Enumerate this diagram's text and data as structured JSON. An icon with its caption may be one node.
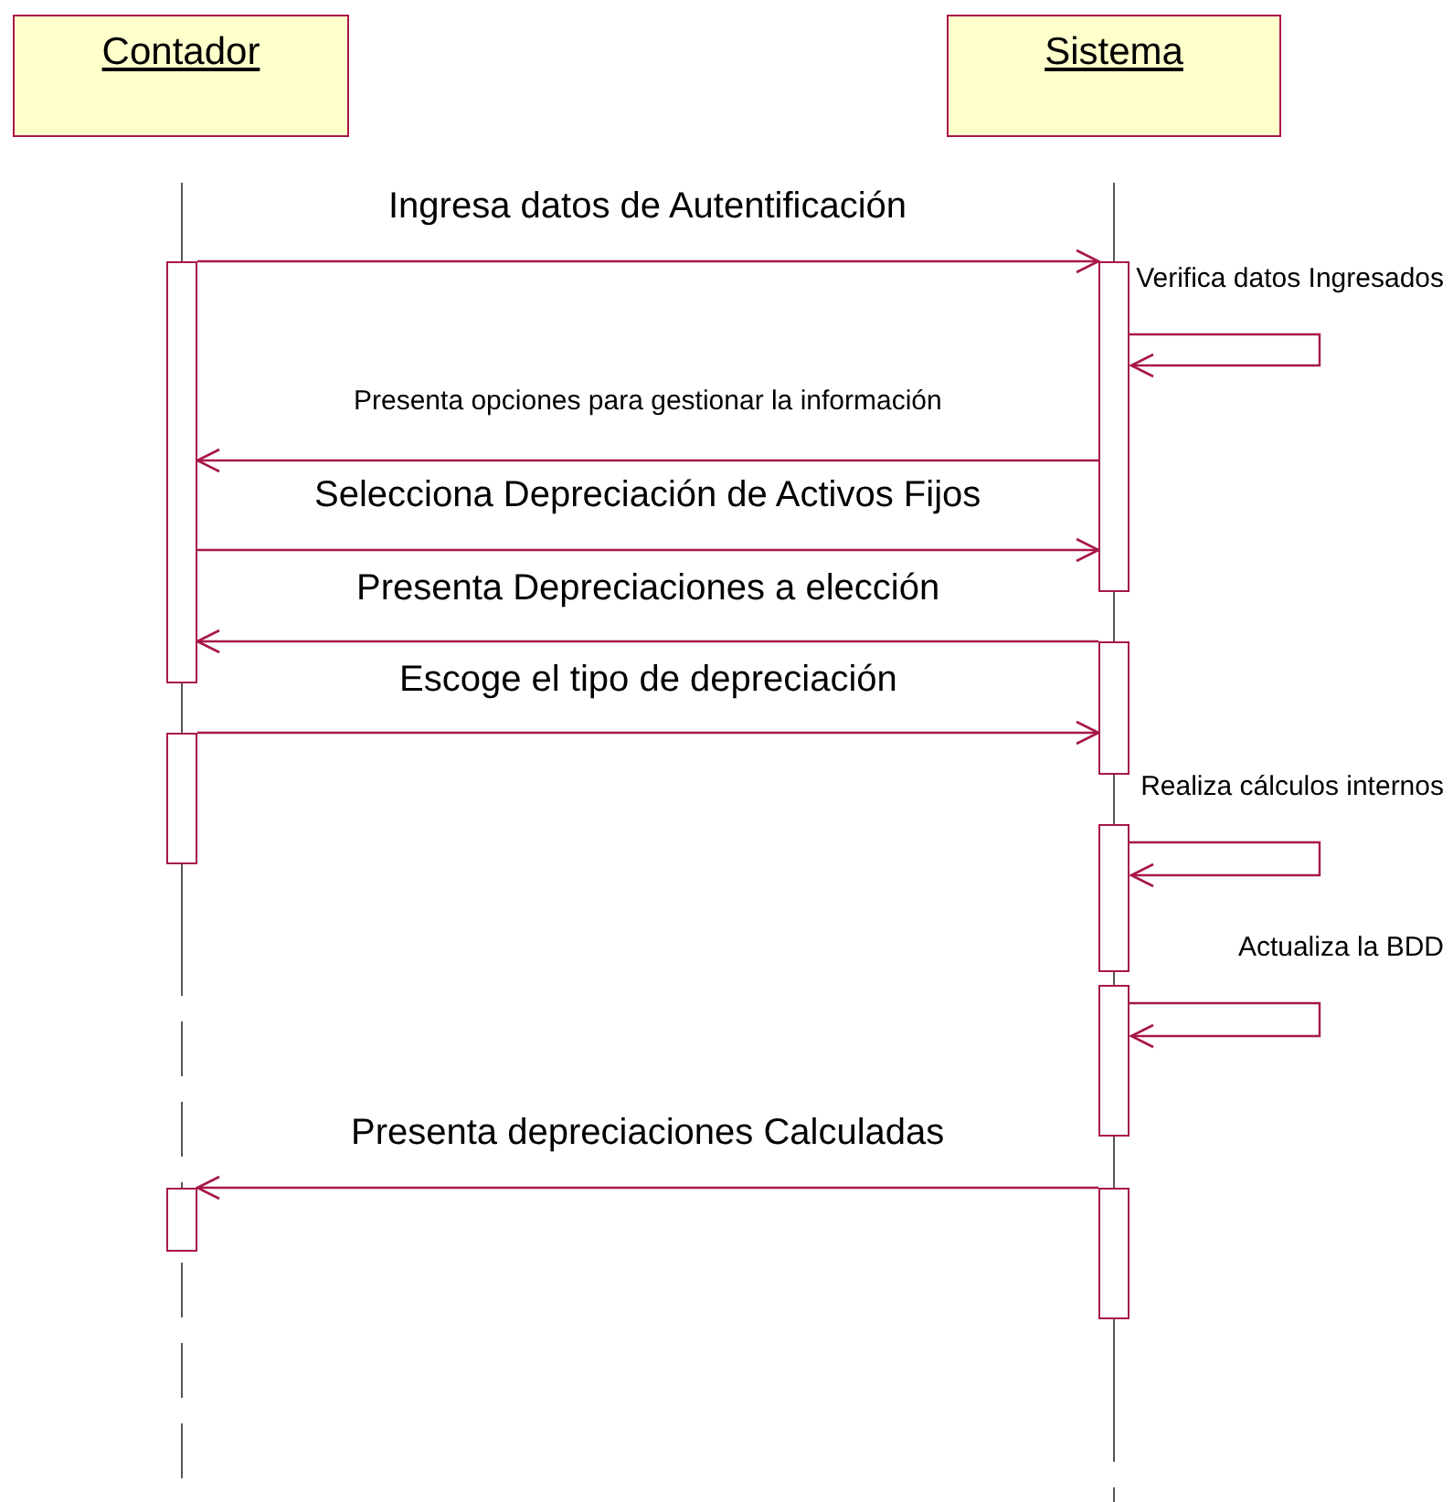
{
  "diagram": {
    "nodes": [
      {
        "text": [
          "Contador"
        ]
      },
      {
        "text": [
          "Sistema"
        ]
      },
      {
        "text": [],
        "shape": "bar"
      },
      {
        "text": [],
        "shape": "bar"
      },
      {
        "text": [],
        "shape": "bar"
      },
      {
        "text": [],
        "shape": "bar"
      },
      {
        "text": [],
        "shape": "bar"
      },
      {
        "text": [],
        "shape": "bar"
      },
      {
        "text": [],
        "shape": "bar"
      },
      {
        "text": [],
        "shape": "bar"
      }
    ],
    "edges": [
      {
        "from": 2,
        "to": 3,
        "arrow": "to",
        "label": "Ingresa datos de Autentificación"
      },
      {
        "from": 3,
        "to": 3,
        "arrow": "to",
        "label": "Verifica datos Ingresados"
      },
      {
        "from": 3,
        "to": 2,
        "arrow": "to",
        "label": "Presenta opciones para gestionar la información"
      },
      {
        "from": 2,
        "to": 3,
        "arrow": "to",
        "label": "Selecciona Depreciación de Activos Fijos"
      },
      {
        "from": 4,
        "to": 2,
        "arrow": "to",
        "label": "Presenta Depreciaciones a elección"
      },
      {
        "from": 5,
        "to": 4,
        "arrow": "to",
        "label": "Escoge el tipo de depreciación"
      },
      {
        "from": 6,
        "to": 6,
        "arrow": "to",
        "label": "Realiza cálculos internos"
      },
      {
        "from": 7,
        "to": 7,
        "arrow": "to",
        "label": "Actualiza la BDD"
      },
      {
        "from": 9,
        "to": 8,
        "arrow": "to",
        "label": "Presenta depreciaciones Calculadas"
      }
    ]
  }
}
